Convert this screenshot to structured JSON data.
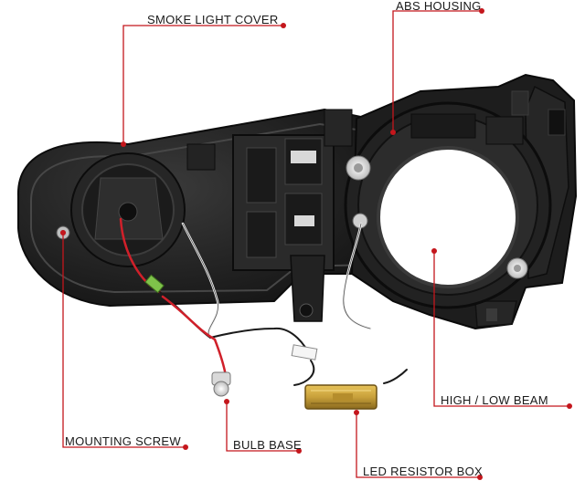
{
  "callouts": [
    {
      "id": "smoke",
      "text": "SMOKE LIGHT COVER"
    },
    {
      "id": "abs",
      "text": "ABS HOUSING"
    },
    {
      "id": "beam",
      "text": "HIGH / LOW BEAM"
    },
    {
      "id": "screw",
      "text": "MOUNTING SCREW"
    },
    {
      "id": "bulb",
      "text": "BULB BASE"
    },
    {
      "id": "resistor",
      "text": "LED RESISTOR BOX"
    }
  ],
  "colors": {
    "leader_line": "#c4161c",
    "housing_dark": "#1e1e1e",
    "housing_mid": "#2e2e2e",
    "resistor_gold": "#c9a13b",
    "wire_red": "#d0202a",
    "wire_white": "#eeeeee",
    "connector_green": "#7fc24a"
  },
  "icons": [
    "headlight-assembly",
    "led-resistor-box",
    "bulb-base",
    "wire-harness"
  ]
}
